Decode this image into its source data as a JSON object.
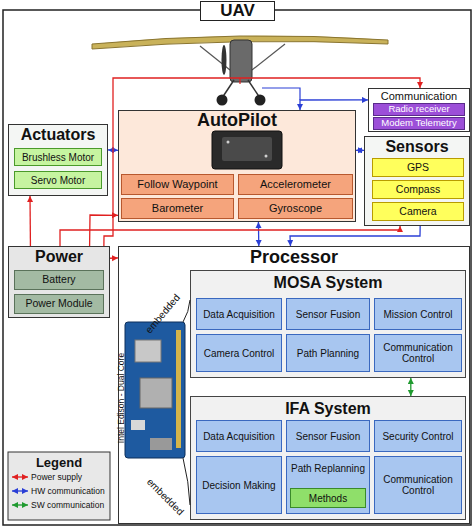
{
  "diagram": {
    "title": "UAV",
    "nodes": [
      {
        "text": [
          "Communication"
        ]
      },
      {
        "text": [
          "Radio receiver"
        ],
        "in": 0
      },
      {
        "text": [
          "Modem Telemetry"
        ],
        "in": 0
      },
      {
        "text": [
          "Actuators"
        ]
      },
      {
        "text": [
          "Brushless Motor"
        ],
        "in": 3
      },
      {
        "text": [
          "Servo Motor"
        ],
        "in": 3
      },
      {
        "text": [
          "AutoPilot"
        ]
      },
      {
        "text": [
          "Follow Waypoint"
        ],
        "in": 6
      },
      {
        "text": [
          "Accelerometer"
        ],
        "in": 6
      },
      {
        "text": [
          "Barometer"
        ],
        "in": 6
      },
      {
        "text": [
          "Gyroscope"
        ],
        "in": 6
      },
      {
        "text": [
          "Sensors"
        ]
      },
      {
        "text": [
          "GPS"
        ],
        "in": 11
      },
      {
        "text": [
          "Compass"
        ],
        "in": 11
      },
      {
        "text": [
          "Camera"
        ],
        "in": 11
      },
      {
        "text": [
          "Power"
        ]
      },
      {
        "text": [
          "Battery"
        ],
        "in": 15
      },
      {
        "text": [
          "Power Module"
        ],
        "in": 15
      },
      {
        "text": [
          "Processor"
        ]
      },
      {
        "text": [
          "MOSA System"
        ],
        "in": 18
      },
      {
        "text": [
          "Data Acquisition"
        ],
        "in": 19
      },
      {
        "text": [
          "Sensor Fusion"
        ],
        "in": 19
      },
      {
        "text": [
          "Mission Control"
        ],
        "in": 19
      },
      {
        "text": [
          "Camera Control"
        ],
        "in": 19
      },
      {
        "text": [
          "Path Planning"
        ],
        "in": 19
      },
      {
        "text": [
          "Communication Control"
        ],
        "in": 19
      },
      {
        "text": [
          "IFA System"
        ],
        "in": 18
      },
      {
        "text": [
          "Data Acquisition"
        ],
        "in": 26
      },
      {
        "text": [
          "Sensor Fusion"
        ],
        "in": 26
      },
      {
        "text": [
          "Security Control"
        ],
        "in": 26
      },
      {
        "text": [
          "Decision Making"
        ],
        "in": 26
      },
      {
        "text": [
          "Path Replanning"
        ],
        "in": 26
      },
      {
        "text": [
          "Methods"
        ],
        "in": 31
      },
      {
        "text": [
          "Communication Control"
        ],
        "in": 26
      }
    ],
    "edges": [
      {
        "from": 3,
        "to": 6,
        "arrow": "both"
      },
      {
        "from": 6,
        "to": 11,
        "arrow": "both"
      },
      {
        "from": 6,
        "to": 18,
        "arrow": "both"
      },
      {
        "from": 11,
        "to": 18,
        "arrow": "to"
      },
      {
        "from": 0,
        "to": 6,
        "arrow": "both"
      },
      {
        "from": 15,
        "to": 3,
        "arrow": "to"
      },
      {
        "from": 15,
        "to": 6,
        "arrow": "to"
      },
      {
        "from": 15,
        "to": 18,
        "arrow": "to"
      },
      {
        "from": 15,
        "to": 11,
        "arrow": "to"
      },
      {
        "from": 15,
        "to": 0,
        "arrow": "to"
      },
      {
        "from": 19,
        "to": 26,
        "arrow": "both"
      }
    ],
    "labels": [
      "embedded",
      "Intel Edison - Dual Core",
      "embedded",
      "Legend"
    ],
    "legend": [
      {
        "text": "Power supply"
      },
      {
        "text": "HW communication"
      },
      {
        "text": "SW communication"
      }
    ]
  }
}
